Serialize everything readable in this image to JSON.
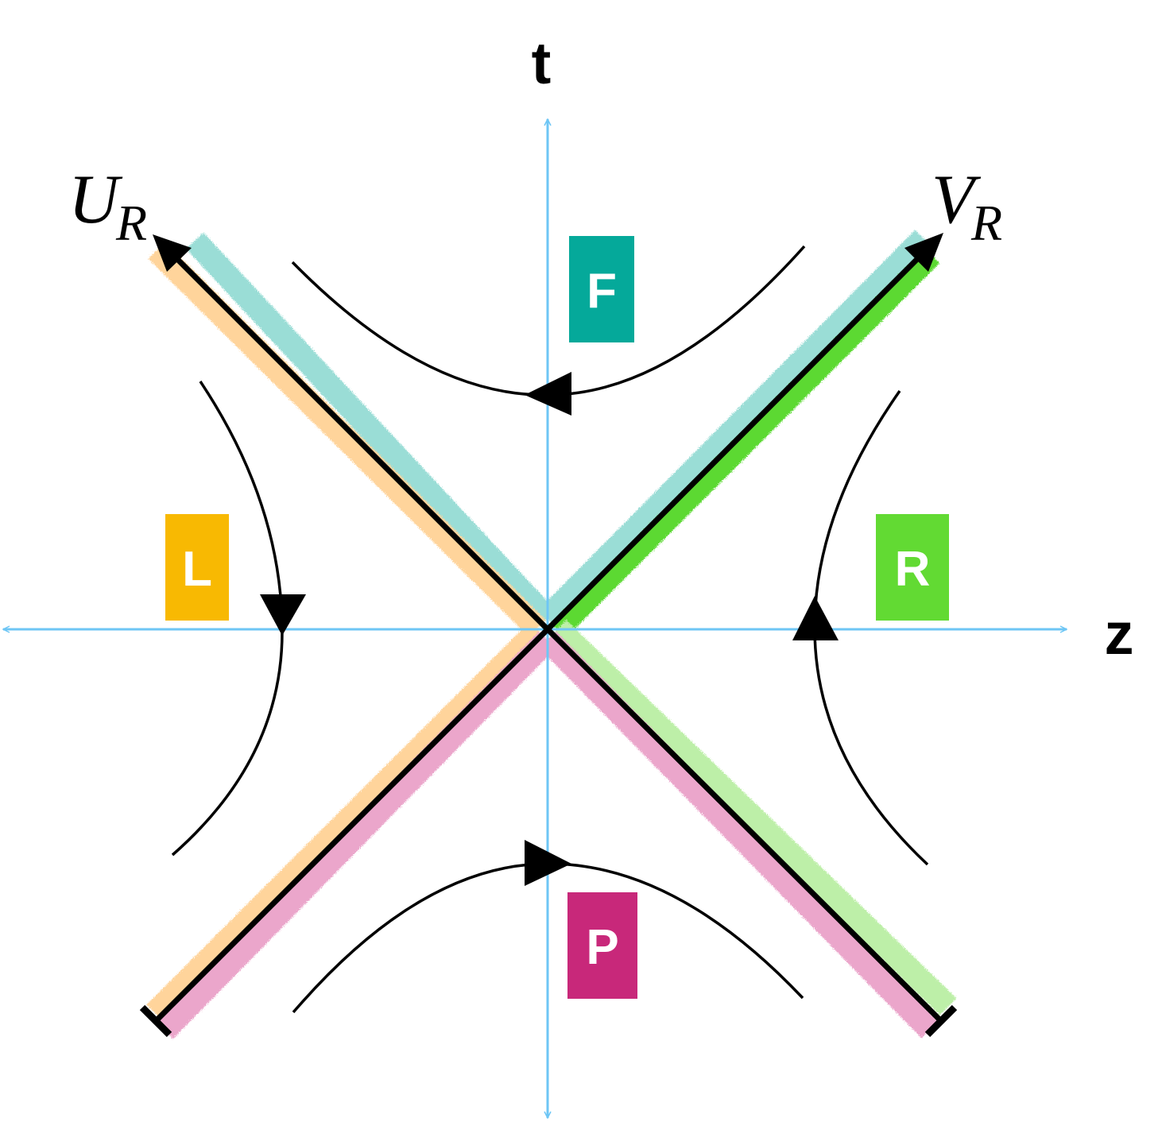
{
  "axes": {
    "time_label": "t",
    "space_label": "z",
    "axis_color": "#6EC6F5"
  },
  "null_lines": {
    "u_label_main": "U",
    "u_label_sub": "R",
    "v_label_main": "V",
    "v_label_sub": "R"
  },
  "regions": [
    {
      "key": "F",
      "label": "F",
      "color": "#05A99A"
    },
    {
      "key": "L",
      "label": "L",
      "color": "#F8B902"
    },
    {
      "key": "R",
      "label": "R",
      "color": "#62DA33"
    },
    {
      "key": "P",
      "label": "P",
      "color": "#C8287A"
    }
  ],
  "band_colors": {
    "future_teal": "#9ADDD6",
    "left_orange": "#FFD49B",
    "right_green": "#5BD933",
    "right_light_green": "#BDEFA8",
    "past_pink": "#EBA6CB"
  }
}
